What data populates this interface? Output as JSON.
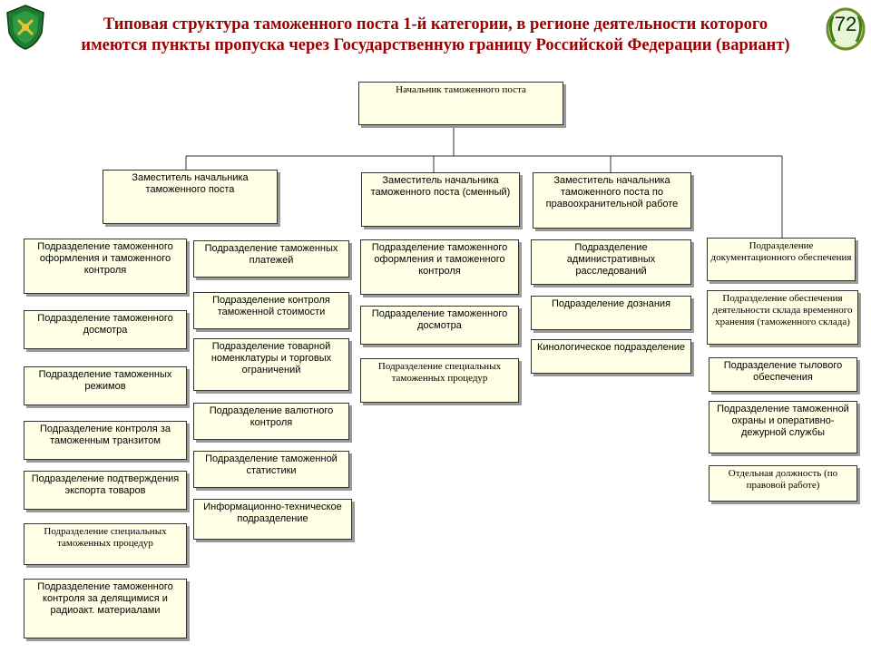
{
  "title": {
    "line1": "Типовая структура таможенного поста 1-й категории, в регионе деятельности которого",
    "line2": "имеются пункты пропуска через Государственную границу Российской Федерации (вариант)"
  },
  "slide_number": "72",
  "colors": {
    "title": "#990000",
    "box_fill": "#ffffe6",
    "border": "#333333",
    "shadow": "#9a9a9a"
  },
  "boxes": {
    "head": "Начальник таможенного поста",
    "dep1": "Заместитель начальника таможенного поста",
    "dep2": "Заместитель начальника таможенного поста (сменный)",
    "dep3": "Заместитель начальника таможенного поста по правоохранительной работе",
    "c1": [
      "Подразделение таможенного оформления и таможенного контроля",
      "Подразделение таможенного досмотра",
      "Подразделение таможенных режимов",
      "Подразделение контроля за таможенным транзитом",
      "Подразделение подтверждения экспорта товаров",
      "Подразделение специальных таможенных процедур",
      "Подразделение таможенного контроля за делящимися и радиоакт. материалами"
    ],
    "c2": [
      "Подразделение таможенных платежей",
      "Подразделение контроля таможенной стоимости",
      "Подразделение товарной номенклатуры и торговых ограничений",
      "Подразделение валютного контроля",
      "Подразделение таможенной статистики",
      "Информационно-техническое подразделение"
    ],
    "c3": [
      "Подразделение таможенного оформления и таможенного контроля",
      "Подразделение таможенного досмотра",
      "Подразделение специальных таможенных процедур"
    ],
    "c4": [
      "Подразделение административных расследований",
      "Подразделение дознания",
      "Кинологическое подразделение"
    ],
    "c5": [
      "Подразделение документационного обеспечения",
      "Подразделение обеспечения деятельности склада временного хранения (таможенного склада)",
      "Подразделение тылового обеспечения",
      "Подразделение таможенной охраны и оперативно-дежурной службы",
      "Отдельная должность (по правовой работе)"
    ]
  }
}
